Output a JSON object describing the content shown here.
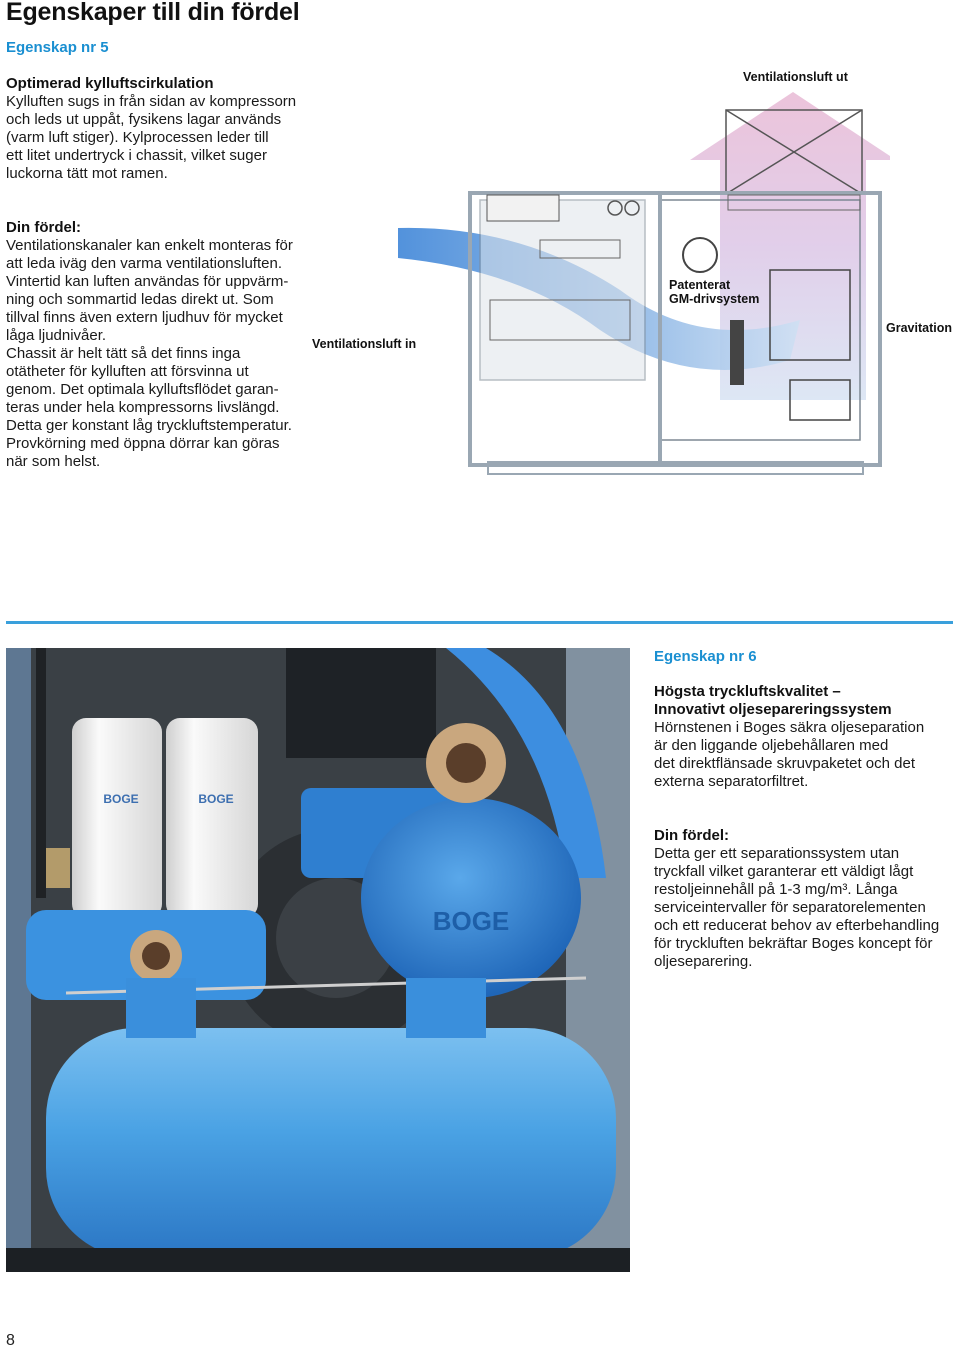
{
  "page": {
    "title": "Egenskaper till din fördel",
    "number": "8"
  },
  "feature5": {
    "label": "Egenskap nr 5",
    "heading": "Optimerad kylluftscirkulation",
    "intro": [
      "Kylluften sugs in från sidan av kompressorn",
      "och leds ut uppåt, fysikens lagar används",
      "(varm luft stiger). Kylprocessen leder till",
      "ett litet undertryck i chassit, vilket suger",
      "luckorna tätt mot ramen."
    ],
    "benefit_heading": "Din fördel:",
    "benefit": [
      "Ventilationskanaler kan enkelt monteras för",
      "att leda iväg den varma ventilationsluften.",
      "Vintertid kan luften användas för uppvärm-",
      "ning och sommartid ledas direkt ut. Som",
      "tillval finns även extern ljudhuv för mycket",
      "låga ljudnivåer.",
      "Chassit är helt tätt så det finns inga",
      "otätheter för kylluften att försvinna ut",
      "genom. Det optimala kylluftsflödet garan-",
      "teras under hela kompressorns livslängd.",
      "Detta ger konstant låg tryckluftstemperatur.",
      "Provkörning med öppna dörrar kan göras",
      "när som helst."
    ]
  },
  "diagram": {
    "label_out": "Ventilationsluft ut",
    "label_in": "Ventilationsluft in",
    "label_drive_1": "Patenterat",
    "label_drive_2": "GM-drivsystem",
    "label_gravity": "Gravitation",
    "colors": {
      "airflow": "#8fb8e6",
      "warm": "#e7b7d3",
      "frame": "#9aa7b3"
    }
  },
  "feature6": {
    "label": "Egenskap nr 6",
    "heading": [
      "Högsta tryckluftskvalitet –",
      "Innovativt oljesepareringssystem"
    ],
    "intro": [
      "Hörnstenen i Boges säkra oljeseparation",
      "är den liggande oljebehållaren med",
      "det direktflänsade skruvpaketet och det",
      "externa separatorfiltret."
    ],
    "benefit_heading": "Din fördel:",
    "benefit": [
      "Detta ger ett separationssystem utan",
      "tryckfall vilket garanterar ett väldigt lågt",
      "restoljeinnehåll på 1-3 mg/m³. Långa",
      "serviceintervaller för separatorelementen",
      "och ett reducerat behov av efterbehandling",
      "för tryckluften bekräftar Boges koncept för",
      "oljeseparering."
    ]
  },
  "photo": {
    "brand_filter_1": "BOGE",
    "brand_filter_2": "BOGE",
    "brand_block": "BOGE",
    "colors": {
      "machine_blue": "#2f86d6",
      "tank_blue": "#4aa2e4",
      "filter_white": "#f4f4f4",
      "background": "#2a2f33"
    }
  },
  "accent": "#1a8fd1"
}
